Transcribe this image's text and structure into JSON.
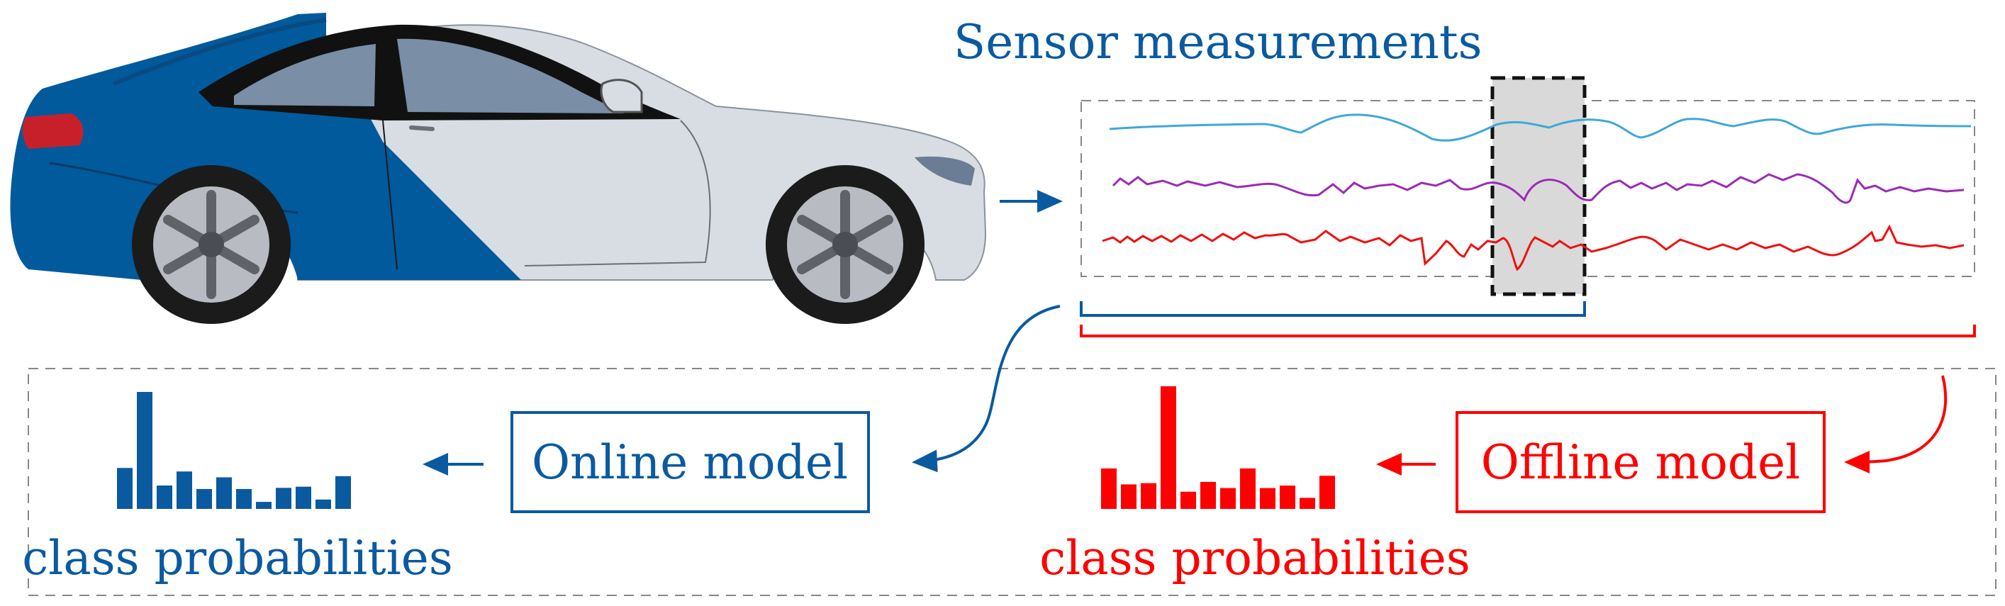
{
  "labels": {
    "sensor_title": "Sensor measurements",
    "online_model": "Online model",
    "offline_model": "Offline model",
    "online_probs": "class probabilities",
    "offline_probs": "class probabilities"
  },
  "colors": {
    "blue": "#0a5aa0",
    "red": "#ff0000",
    "car_blue": "#005a9c",
    "car_silver": "#d8dde3",
    "window": "#7a8ea6",
    "tail_light": "#c8202a",
    "signal_cyan": "#3ea8d8",
    "signal_purple": "#9b2bb5",
    "signal_red": "#ee1111",
    "dashed_gray": "#888888",
    "window_fill": "#d9d9d9"
  },
  "icons": [
    "car-icon",
    "histogram-icon"
  ],
  "chart_data": [
    {
      "type": "bar",
      "name": "online-class-probabilities",
      "values": [
        0.35,
        1.0,
        0.2,
        0.32,
        0.17,
        0.27,
        0.17,
        0.06,
        0.18,
        0.19,
        0.08,
        0.28
      ]
    },
    {
      "type": "bar",
      "name": "offline-class-probabilities",
      "values": [
        0.33,
        0.2,
        0.21,
        1.0,
        0.14,
        0.22,
        0.17,
        0.33,
        0.17,
        0.19,
        0.09,
        0.27
      ]
    }
  ]
}
